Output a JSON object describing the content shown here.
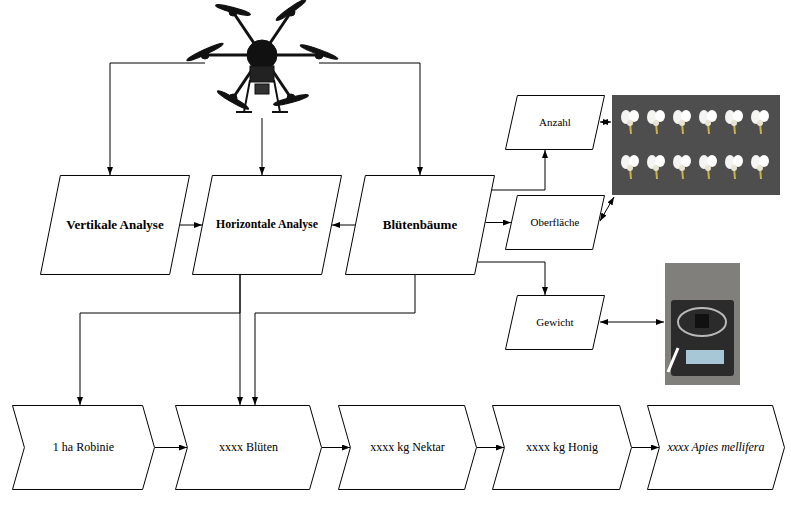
{
  "diagram": {
    "nodes": [
      {
        "text": [
          "Vertikale Analyse"
        ]
      },
      {
        "text": [
          "Horizontale Analyse"
        ]
      },
      {
        "text": [
          "Blütenbäume"
        ]
      },
      {
        "text": [
          "Anzahl"
        ]
      },
      {
        "text": [
          "Oberfläche"
        ]
      },
      {
        "text": [
          "Gewicht"
        ]
      },
      {
        "text": [
          "1 ha Robinie"
        ]
      },
      {
        "text": [
          "xxxx Blüten"
        ]
      },
      {
        "text": [
          "xxxx kg Nektar"
        ]
      },
      {
        "text": [
          "xxxx kg Honig"
        ]
      },
      {
        "text": [
          "xxxx Apies mellifera"
        ]
      }
    ],
    "edges": [
      {
        "from": 0,
        "to": 1,
        "arrow": "to"
      },
      {
        "from": 2,
        "to": 1,
        "arrow": "to"
      },
      {
        "from": 2,
        "to": 3,
        "arrow": "to"
      },
      {
        "from": 2,
        "to": 4,
        "arrow": "to"
      },
      {
        "from": 2,
        "to": 5,
        "arrow": "to"
      },
      {
        "from": 1,
        "to": 6,
        "arrow": "to"
      },
      {
        "from": 1,
        "to": 7,
        "arrow": "to"
      },
      {
        "from": 2,
        "to": 7,
        "arrow": "to"
      },
      {
        "from": 6,
        "to": 7,
        "arrow": "to"
      },
      {
        "from": 7,
        "to": 8,
        "arrow": "to"
      },
      {
        "from": 8,
        "to": 9,
        "arrow": "to"
      },
      {
        "from": 9,
        "to": 10,
        "arrow": "to"
      }
    ]
  }
}
